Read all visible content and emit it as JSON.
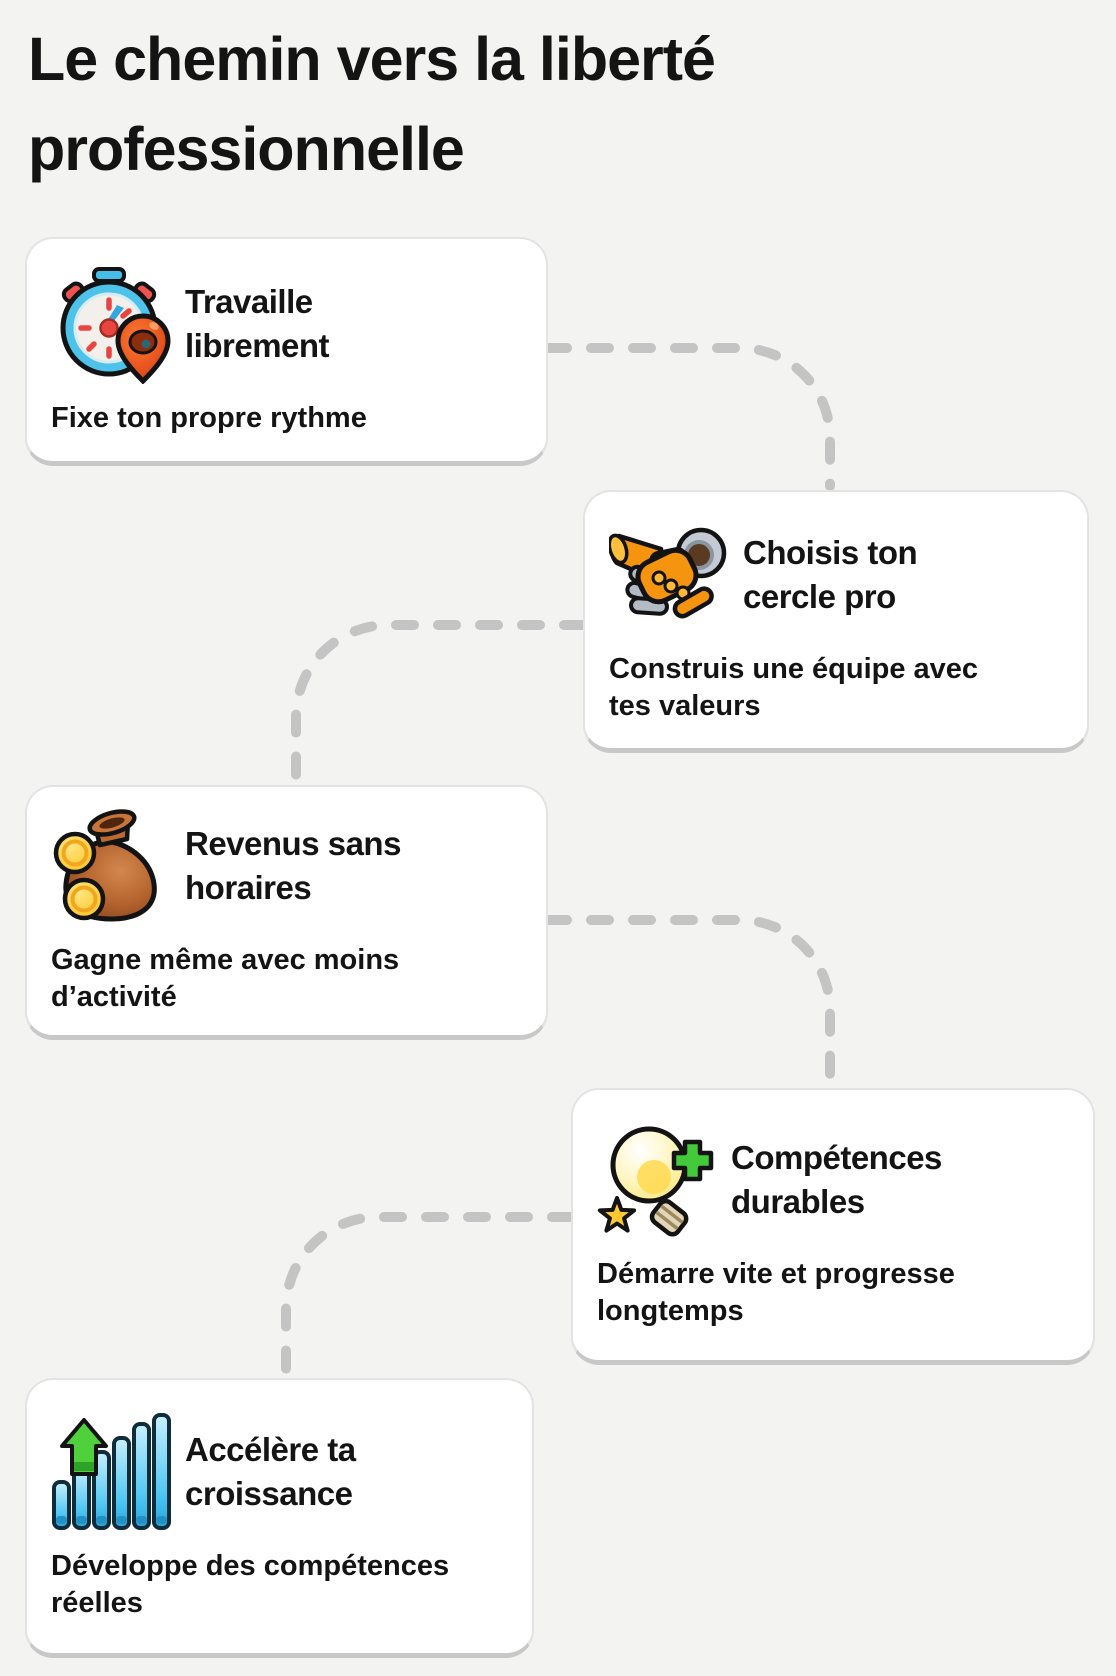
{
  "page": {
    "title": "Le chemin vers la liberté professionnelle"
  },
  "theme": {
    "background": "#f3f3f2",
    "card_bg": "#ffffff",
    "card_border": "#e3e3e3",
    "card_border_bottom": "#c8c8c8",
    "connector_color": "#c4c4c4",
    "text_color": "#141414"
  },
  "connectors": {
    "style": "dashed",
    "count": 4
  },
  "steps": [
    {
      "icon": "stopwatch-location-icon",
      "icon_colors": [
        "#4dc3ec",
        "#e84440",
        "#e8491d"
      ],
      "title": "Travaille librement",
      "title_lines": [
        "Travaille",
        "librement"
      ],
      "subtitle": "Fixe ton propre rythme",
      "subtitle_lines": [
        "Fixe ton propre rythme"
      ]
    },
    {
      "icon": "handshake-icon",
      "icon_colors": [
        "#f5950f",
        "#c3cad3",
        "#b3bbc6"
      ],
      "title": "Choisis ton cercle pro",
      "title_lines": [
        "Choisis ton",
        "cercle pro"
      ],
      "subtitle": "Construis une équipe avec tes valeurs",
      "subtitle_lines": [
        "Construis une équipe avec",
        "tes valeurs"
      ]
    },
    {
      "icon": "money-bag-icon",
      "icon_colors": [
        "#b5642f",
        "#fdc21f"
      ],
      "title": "Revenus sans horaires",
      "title_lines": [
        "Revenus sans",
        "horaires"
      ],
      "subtitle": "Gagne même avec moins d’activité",
      "subtitle_lines": [
        "Gagne même avec moins",
        "d’activité"
      ]
    },
    {
      "icon": "lightbulb-plus-icon",
      "icon_colors": [
        "#ffe36a",
        "#43ca3b",
        "#ffc832"
      ],
      "title": "Compétences durables",
      "title_lines": [
        "Compétences",
        "durables"
      ],
      "subtitle": "Démarre vite et progresse longtemps",
      "subtitle_lines": [
        "Démarre vite et progresse",
        "longtemps"
      ]
    },
    {
      "icon": "growth-bars-icon",
      "icon_colors": [
        "#4fc7f3",
        "#4fd13c"
      ],
      "title": "Accélère ta croissance",
      "title_lines": [
        "Accélère ta",
        "croissance"
      ],
      "subtitle": "Développe des compétences réelles",
      "subtitle_lines": [
        "Développe des compétences",
        "réelles"
      ]
    }
  ]
}
